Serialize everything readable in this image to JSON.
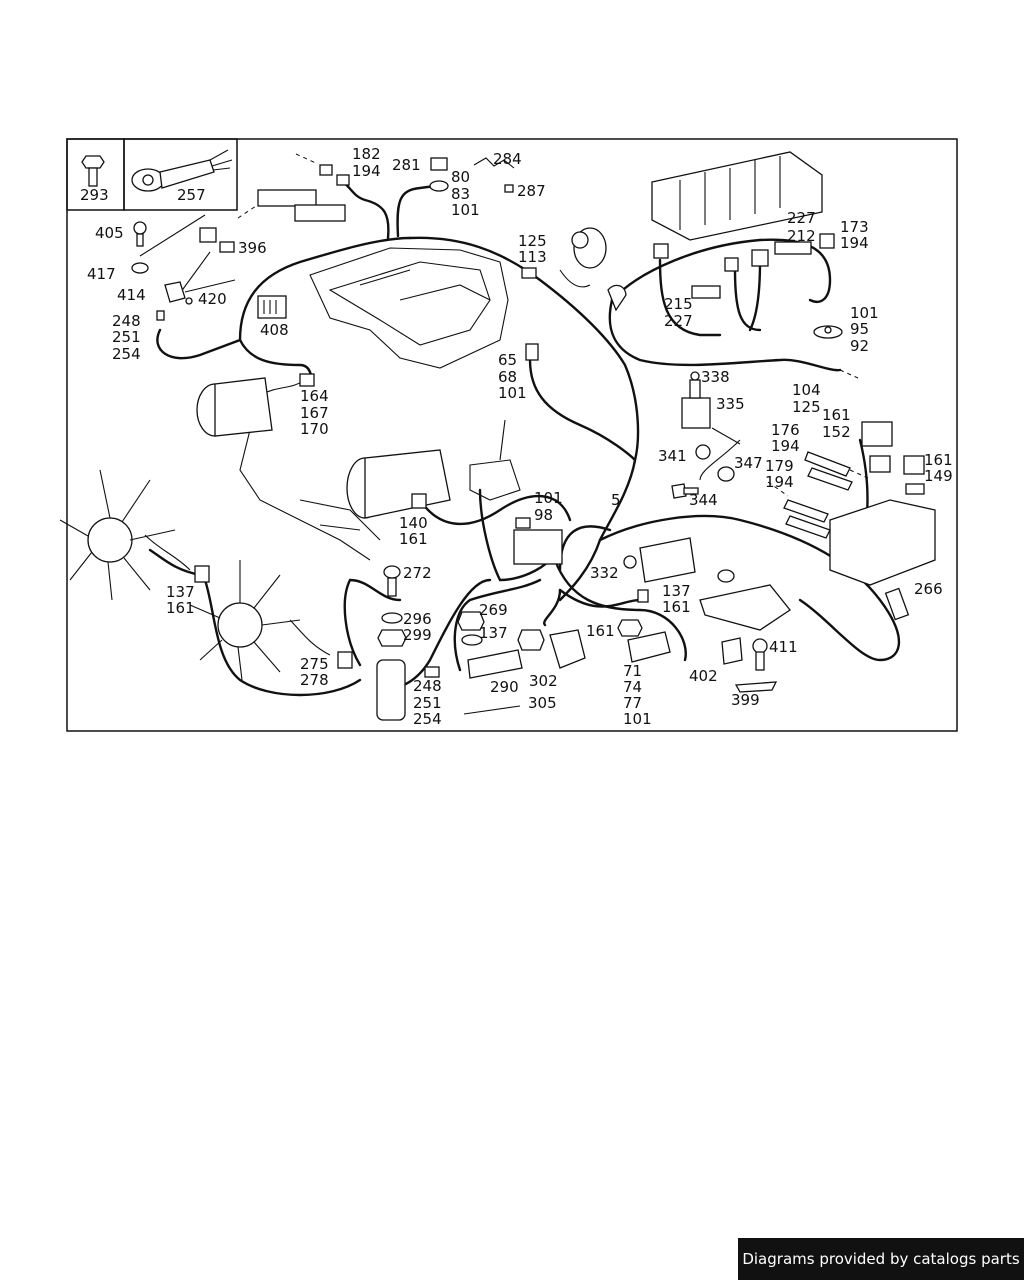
{
  "credit": "Diagrams provided by catalogs parts",
  "inset_labels": [
    "293",
    "257"
  ],
  "callouts": [
    "182",
    "194",
    "281",
    "80",
    "83",
    "101",
    "284",
    "287",
    "405",
    "396",
    "417",
    "414",
    "420",
    "248",
    "251",
    "254",
    "408",
    "125",
    "113",
    "227",
    "212",
    "173",
    "194",
    "215",
    "227",
    "101",
    "95",
    "92",
    "65",
    "68",
    "101",
    "164",
    "167",
    "170",
    "338",
    "335",
    "104",
    "125",
    "161",
    "152",
    "176",
    "194",
    "341",
    "347",
    "179",
    "194",
    "161",
    "149",
    "344",
    "101",
    "98",
    "5",
    "140",
    "161",
    "266",
    "332",
    "137",
    "161",
    "137",
    "161",
    "275",
    "278",
    "272",
    "296",
    "299",
    "269",
    "137",
    "161",
    "248",
    "251",
    "254",
    "290",
    "302",
    "305",
    "71",
    "74",
    "77",
    "101",
    "402",
    "411",
    "399"
  ]
}
